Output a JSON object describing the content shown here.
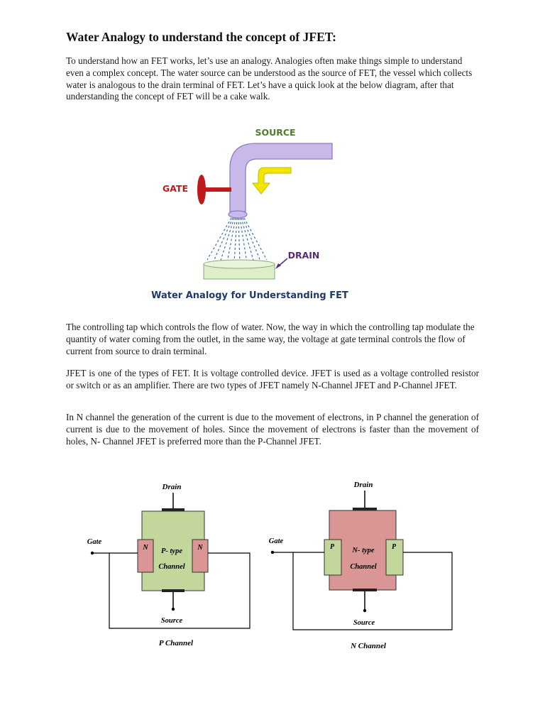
{
  "document": {
    "title": "Water Analogy to understand the concept of JFET:",
    "paragraphs": [
      "To understand how an FET works, let’s use an analogy. Analogies often make things simple to understand even a complex concept. The water source can be understood as the source of FET, the vessel which collects water is analogous to the drain terminal of FET. Let’s have a quick look at the below diagram, after that understanding the concept of FET will be a cake walk.",
      "The controlling tap which controls the flow of water. Now, the way in which the controlling tap modulate the quantity of water coming from the outlet, in the same way, the voltage at gate terminal controls the flow of current from source to drain terminal.",
      "JFET is one of the types of FET. It is voltage controlled device. JFET is used as a voltage controlled resistor or switch or as an amplifier. There are two types of JFET namely N-Channel JFET and P-Channel JFET.",
      " In N channel the generation of the current is due to the movement of electrons, in P channel the generation of current is due to the movement of holes.  Since the movement of electrons is faster than the movement of holes, N- Channel JFET is preferred more than the P-Channel JFET."
    ]
  },
  "water_diagram": {
    "source_label": "SOURCE",
    "gate_label": "GATE",
    "drain_label": "DRAIN",
    "caption": "Water Analogy for Understanding FET",
    "colors": {
      "pipe": "#c8b9ea",
      "pipe_outline": "#8e7cc3",
      "gate": "#c0191c",
      "arrow": "#f2e600",
      "water": "#3b6fb5",
      "vessel": "#dcefc8",
      "source_text": "#4e7d2b",
      "drain_text": "#5a2a7a",
      "caption_text": "#1f3a68"
    }
  },
  "jfet_diagrams": [
    {
      "drain_label": "Drain",
      "gate_label": "Gate",
      "source_label": "Source",
      "region_left": "N",
      "region_right": "N",
      "channel_line1": "P- type",
      "channel_line2": "Channel",
      "caption": "P Channel",
      "channel_color": "#c3d69b",
      "region_color": "#d99694"
    },
    {
      "drain_label": "Drain",
      "gate_label": "Gate",
      "source_label": "Source",
      "region_left": "P",
      "region_right": "P",
      "channel_line1": "N- type",
      "channel_line2": "Channel",
      "caption": "N Channel",
      "channel_color": "#d99694",
      "region_color": "#c3d69b"
    }
  ]
}
